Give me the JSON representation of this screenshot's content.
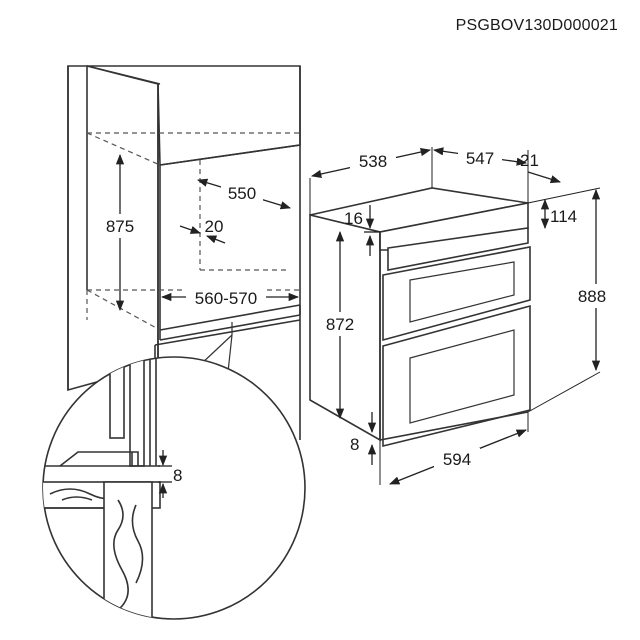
{
  "doc_code": "PSGBOV130D000021",
  "cabinet": {
    "height_label": "875",
    "depth_label": "550",
    "side_gap_label": "20",
    "width_label": "560-570"
  },
  "oven": {
    "depth_label": "538",
    "top_depth_label": "547",
    "front_label": "21",
    "panel_height_label": "114",
    "top_gap_label": "16",
    "body_height_label": "872",
    "total_height_label": "888",
    "bottom_gap_label": "8",
    "width_label": "594"
  },
  "detail": {
    "gap_label": "8",
    "warning_symbol": "!"
  }
}
